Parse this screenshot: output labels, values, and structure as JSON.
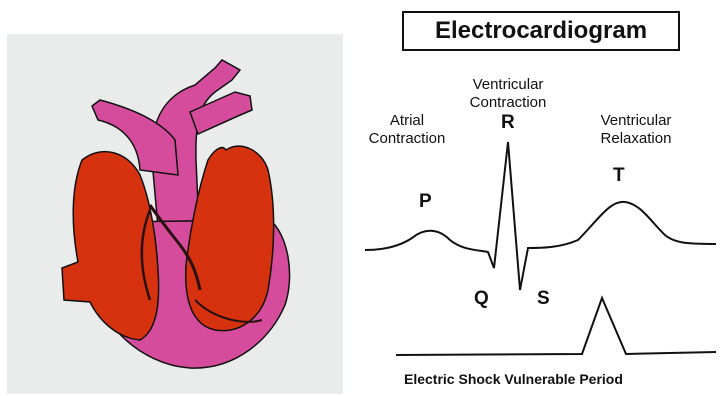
{
  "title": "Electrocardiogram",
  "labels": {
    "atrial_line1": "Atrial",
    "atrial_line2": "Contraction",
    "vent_contraction_line1": "Ventricular",
    "vent_contraction_line2": "Contraction",
    "vent_relaxation_line1": "Ventricular",
    "vent_relaxation_line2": "Relaxation"
  },
  "wave_letters": {
    "p": "P",
    "q": "Q",
    "r": "R",
    "s": "S",
    "t": "T"
  },
  "footer": "Electric Shock Vulnerable Period",
  "colors": {
    "heart_red": "#d6320f",
    "heart_pink": "#d64c9c",
    "background_panel": "#e9eceb",
    "line": "#111111"
  }
}
